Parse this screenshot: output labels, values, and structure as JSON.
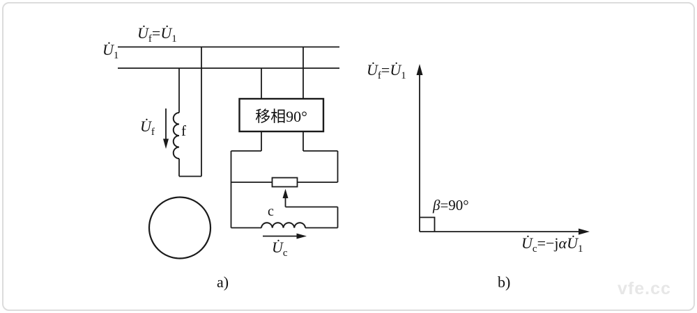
{
  "panel_a": {
    "caption": "a)",
    "top_equation": {
      "u1": "U̇",
      "sub1": "f",
      "eq": "=",
      "u2": "U̇",
      "sub2": "1"
    },
    "line_voltage": {
      "u": "U̇",
      "sub": "1"
    },
    "field_voltage": {
      "u": "U̇",
      "sub": "f"
    },
    "field_winding_label": "f",
    "phase_shifter_label": "移相90°",
    "control_winding_label": "c",
    "control_voltage": {
      "u": "U̇",
      "sub": "c"
    }
  },
  "panel_b": {
    "caption": "b)",
    "vertical_axis_label": {
      "u1": "U̇",
      "sub1": "f",
      "eq": "=",
      "u2": "U̇",
      "sub2": "1"
    },
    "angle_label": {
      "beta": "β",
      "value": "=90°"
    },
    "horizontal_axis_label": {
      "u1": "U̇",
      "sub1": "c",
      "eq": "=−j",
      "alpha": "α",
      "u2": "U̇",
      "sub2": "1"
    }
  },
  "watermark": "vfe.cc",
  "colors": {
    "line": "#1a1a1a",
    "border": "#dcdcdc",
    "watermark": "#e7e7e7",
    "background": "#ffffff"
  }
}
